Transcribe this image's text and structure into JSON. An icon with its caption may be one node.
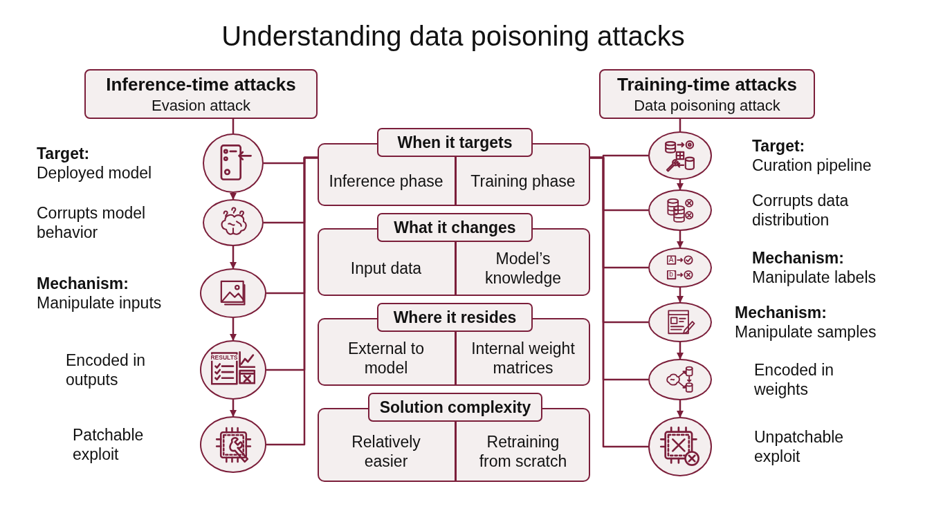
{
  "diagram": {
    "title": "Understanding data poisoning attacks",
    "nodes": [
      {
        "text": [
          "Inference-time attacks",
          "Evasion attack"
        ]
      },
      {
        "text": [
          "Training-time attacks",
          "Data poisoning attack"
        ]
      },
      {
        "text": [],
        "shape": "circle",
        "beside": [
          "Target:",
          "Deployed model"
        ]
      },
      {
        "text": [],
        "shape": "circle",
        "beside": [
          "Corrupts model behavior"
        ]
      },
      {
        "text": [],
        "shape": "circle",
        "beside": [
          "Mechanism:",
          "Manipulate inputs"
        ]
      },
      {
        "text": [],
        "shape": "circle",
        "beside": [
          "Encoded in outputs"
        ]
      },
      {
        "text": [],
        "shape": "circle",
        "beside": [
          "Patchable exploit"
        ]
      },
      {
        "text": [
          "When it targets",
          "Inference phase",
          "Training phase"
        ]
      },
      {
        "text": [
          "What it changes",
          "Input data",
          "Model’s knowledge"
        ]
      },
      {
        "text": [
          "Where it resides",
          "External to model",
          "Internal weight matrices"
        ]
      },
      {
        "text": [
          "Solution complexity",
          "Relatively easier",
          "Retraining from scratch"
        ]
      },
      {
        "text": [],
        "shape": "circle",
        "beside": [
          "Target:",
          "Curation pipeline"
        ]
      },
      {
        "text": [],
        "shape": "circle",
        "beside": [
          "Corrupts data distribution"
        ]
      },
      {
        "text": [],
        "shape": "circle",
        "beside": [
          "Mechanism:",
          "Manipulate labels"
        ]
      },
      {
        "text": [],
        "shape": "circle",
        "beside": [
          "Mechanism:",
          "Manipulate samples"
        ]
      },
      {
        "text": [],
        "shape": "circle",
        "beside": [
          "Encoded in weights"
        ]
      },
      {
        "text": [],
        "shape": "circle",
        "beside": [
          "Unpatchable exploit"
        ]
      }
    ],
    "edges": [
      {
        "from": 0,
        "to": 2,
        "arrow": "none"
      },
      {
        "from": 2,
        "to": 3,
        "arrow": "to"
      },
      {
        "from": 3,
        "to": 4,
        "arrow": "to"
      },
      {
        "from": 4,
        "to": 5,
        "arrow": "to"
      },
      {
        "from": 5,
        "to": 6,
        "arrow": "to"
      },
      {
        "from": 1,
        "to": 11,
        "arrow": "none"
      },
      {
        "from": 11,
        "to": 12,
        "arrow": "to"
      },
      {
        "from": 12,
        "to": 13,
        "arrow": "to"
      },
      {
        "from": 13,
        "to": 14,
        "arrow": "to"
      },
      {
        "from": 14,
        "to": 15,
        "arrow": "to"
      },
      {
        "from": 15,
        "to": 16,
        "arrow": "to"
      },
      {
        "from": 2,
        "to": 7,
        "arrow": "none"
      },
      {
        "from": 3,
        "to": 7,
        "arrow": "none"
      },
      {
        "from": 4,
        "to": 7,
        "arrow": "none"
      },
      {
        "from": 5,
        "to": 7,
        "arrow": "none"
      },
      {
        "from": 6,
        "to": 7,
        "arrow": "none"
      },
      {
        "from": 7,
        "to": 11,
        "arrow": "none"
      },
      {
        "from": 7,
        "to": 12,
        "arrow": "none"
      },
      {
        "from": 7,
        "to": 13,
        "arrow": "none"
      },
      {
        "from": 7,
        "to": 14,
        "arrow": "none"
      },
      {
        "from": 7,
        "to": 15,
        "arrow": "none"
      },
      {
        "from": 7,
        "to": 16,
        "arrow": "none"
      }
    ],
    "labels": [
      "RESULTS",
      "A",
      "b"
    ]
  }
}
